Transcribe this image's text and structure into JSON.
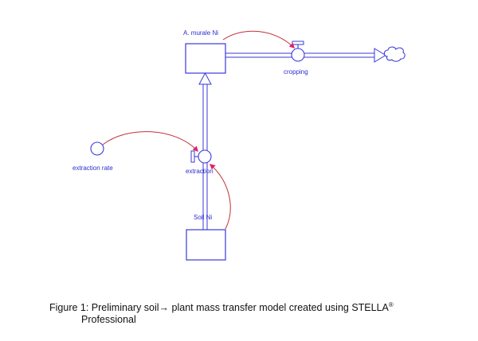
{
  "diagram": {
    "stocks": [
      {
        "id": "a_murale_ni",
        "label": "A. murale Ni"
      },
      {
        "id": "soil_ni",
        "label": "Soil Ni"
      }
    ],
    "flows": [
      {
        "id": "cropping",
        "label": "cropping"
      },
      {
        "id": "extraction",
        "label": "extraction"
      }
    ],
    "converters": [
      {
        "id": "extraction_rate",
        "label": "extraction rate"
      }
    ],
    "colors": {
      "structure": "#3a3ad8",
      "connector": "#c2323a",
      "arrowhead": "#e0206a"
    }
  },
  "caption": {
    "line1": "Figure 1: Preliminary soil",
    "arrow": "→",
    "line1_rest": " plant mass transfer model created using STELLA",
    "registered": "®",
    "line2": "Professional"
  }
}
